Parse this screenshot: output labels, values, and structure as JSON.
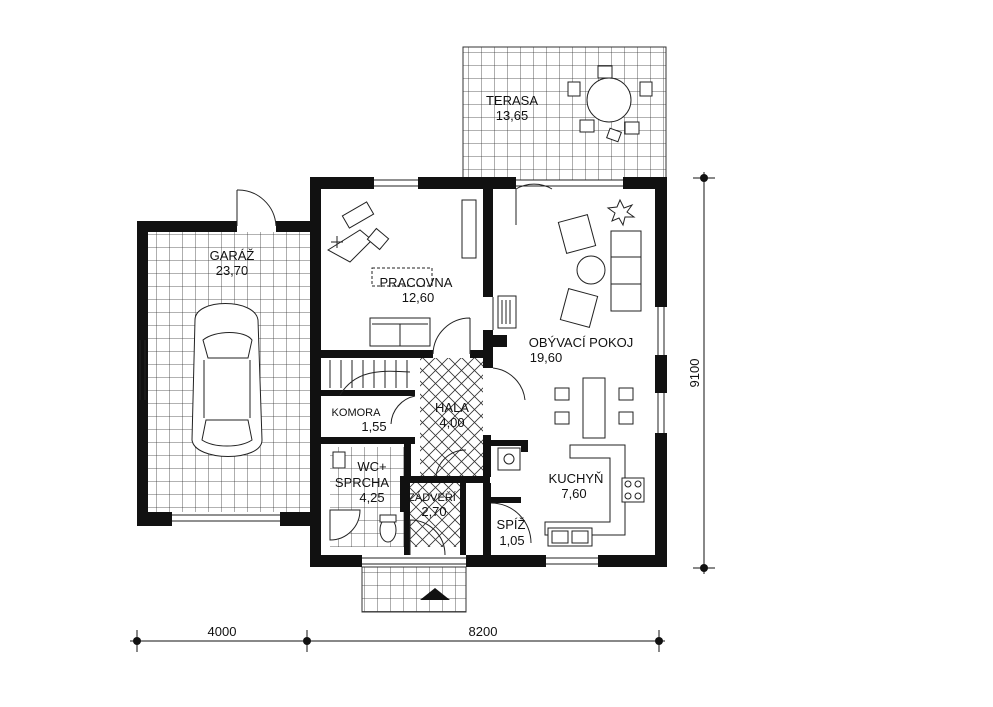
{
  "rooms": {
    "terasa": {
      "name": "TERASA",
      "area": "13,65"
    },
    "garaz": {
      "name": "GARÁŽ",
      "area": "23,70"
    },
    "pracovna": {
      "name": "PRACOVNA",
      "area": "12,60"
    },
    "obyvaci": {
      "name": "OBÝVACÍ POKOJ",
      "area": "19,60"
    },
    "komora": {
      "name": "KOMORA",
      "area": "1,55"
    },
    "hala": {
      "name": "HALA",
      "area": "4,00"
    },
    "wc_line1": "WC+",
    "wc_line2": "SPRCHA",
    "wc_area": "4,25",
    "zadveri": {
      "name": "ZÁDVEŘÍ",
      "area": "2,70"
    },
    "kuchyn": {
      "name": "KUCHYŇ",
      "area": "7,60"
    },
    "spiz": {
      "name": "SPÍŽ",
      "area": "1,05"
    }
  },
  "dimensions": {
    "left_width": "4000",
    "right_width": "8200",
    "height": "9100"
  },
  "colors": {
    "walls": "#111111",
    "lines": "#222222",
    "background": "#ffffff"
  }
}
